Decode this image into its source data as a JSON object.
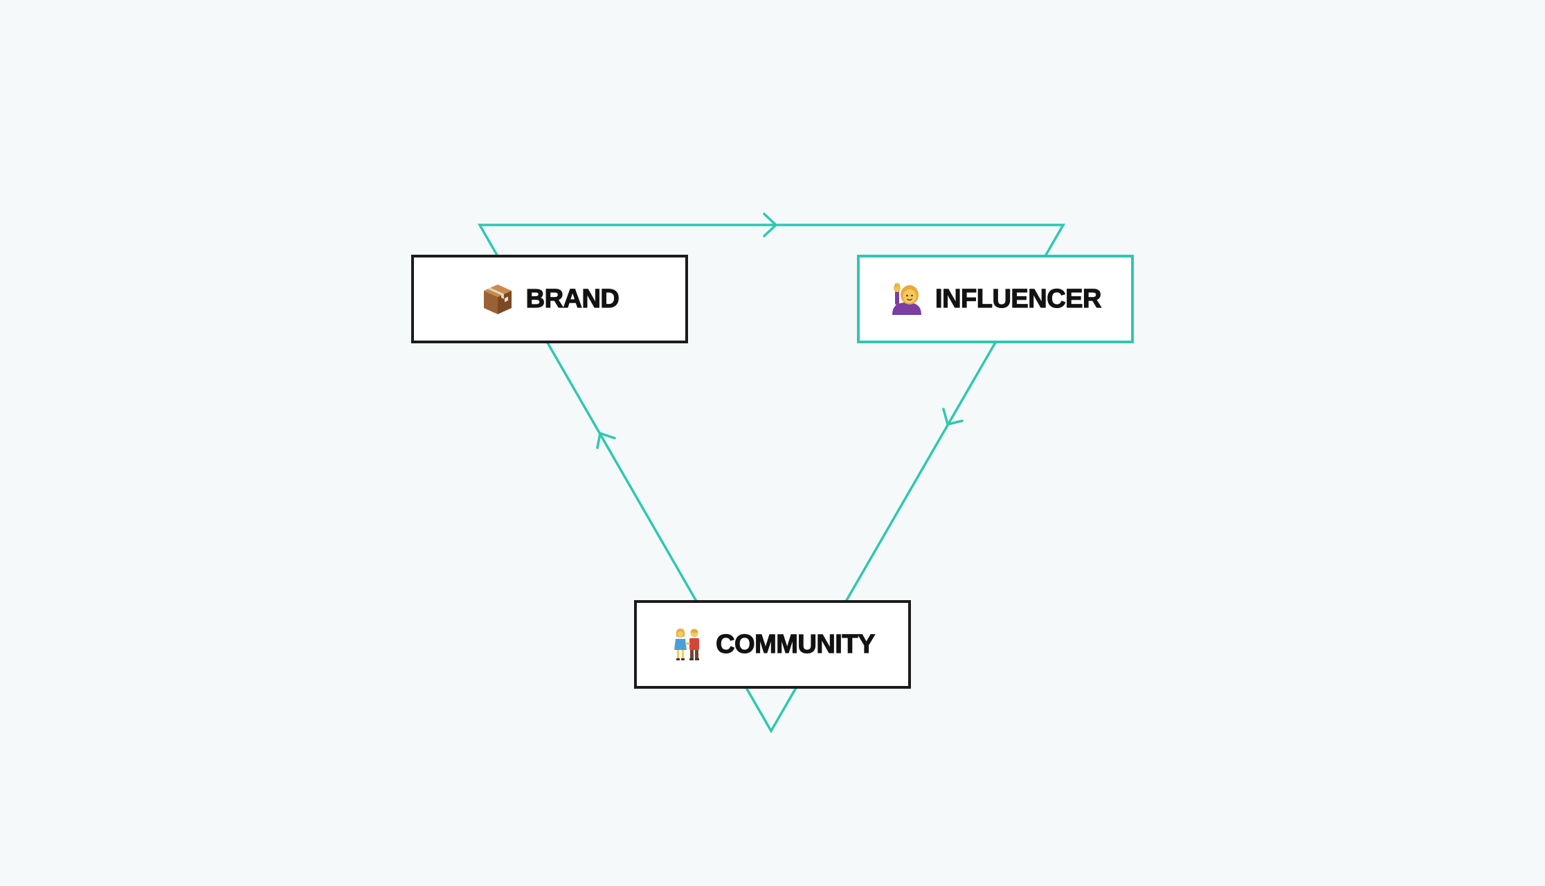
{
  "diagram": {
    "accent_color": "#2ec7b2",
    "border_color": "#1b1b1b",
    "background_color": "#f5f9fa",
    "flow": [
      "brand",
      "influencer",
      "community",
      "brand"
    ],
    "nodes": {
      "brand": {
        "label": "BRAND",
        "icon": "package-icon"
      },
      "influencer": {
        "label": "INFLUENCER",
        "icon": "person-raising-hand-icon"
      },
      "community": {
        "label": "COMMUNITY",
        "icon": "couple-holding-hands-icon"
      }
    }
  }
}
